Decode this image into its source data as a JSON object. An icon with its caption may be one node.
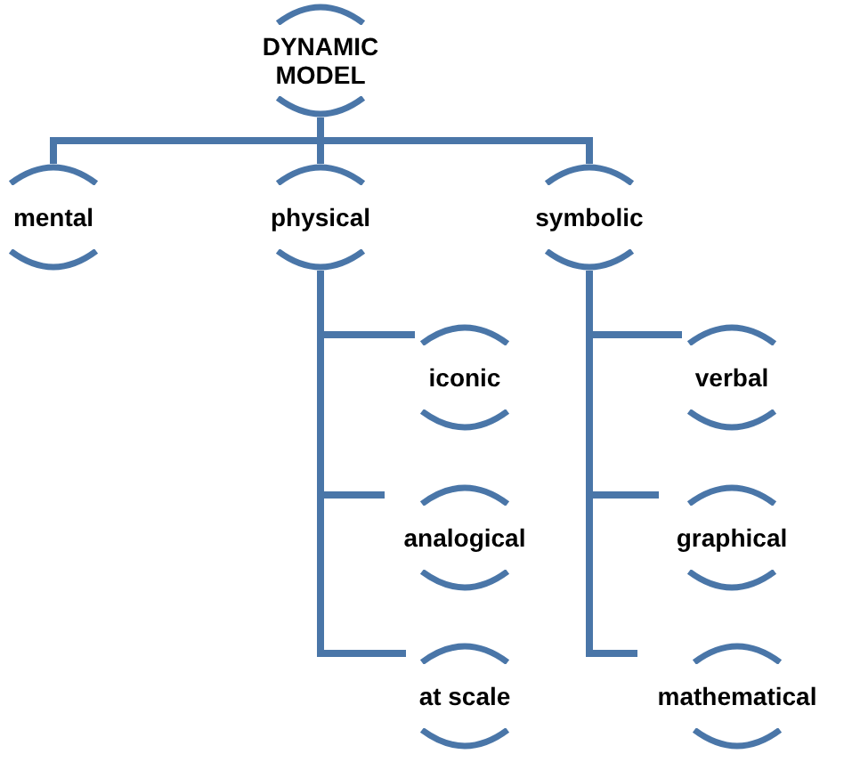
{
  "diagram": {
    "nodes": [
      {
        "text": [
          "DYNAMIC MODEL"
        ]
      },
      {
        "text": [
          "mental"
        ]
      },
      {
        "text": [
          "physical"
        ]
      },
      {
        "text": [
          "symbolic"
        ]
      },
      {
        "text": [
          "iconic"
        ]
      },
      {
        "text": [
          "analogical"
        ]
      },
      {
        "text": [
          "at scale"
        ]
      },
      {
        "text": [
          "verbal"
        ]
      },
      {
        "text": [
          "graphical"
        ]
      },
      {
        "text": [
          "mathematical"
        ]
      }
    ],
    "edges": [
      {
        "from": 0,
        "to": 1,
        "arrow": "none"
      },
      {
        "from": 0,
        "to": 2,
        "arrow": "none"
      },
      {
        "from": 0,
        "to": 3,
        "arrow": "none"
      },
      {
        "from": 2,
        "to": 4,
        "arrow": "none"
      },
      {
        "from": 2,
        "to": 5,
        "arrow": "none"
      },
      {
        "from": 2,
        "to": 6,
        "arrow": "none"
      },
      {
        "from": 3,
        "to": 7,
        "arrow": "none"
      },
      {
        "from": 3,
        "to": 8,
        "arrow": "none"
      },
      {
        "from": 3,
        "to": 9,
        "arrow": "none"
      }
    ]
  }
}
